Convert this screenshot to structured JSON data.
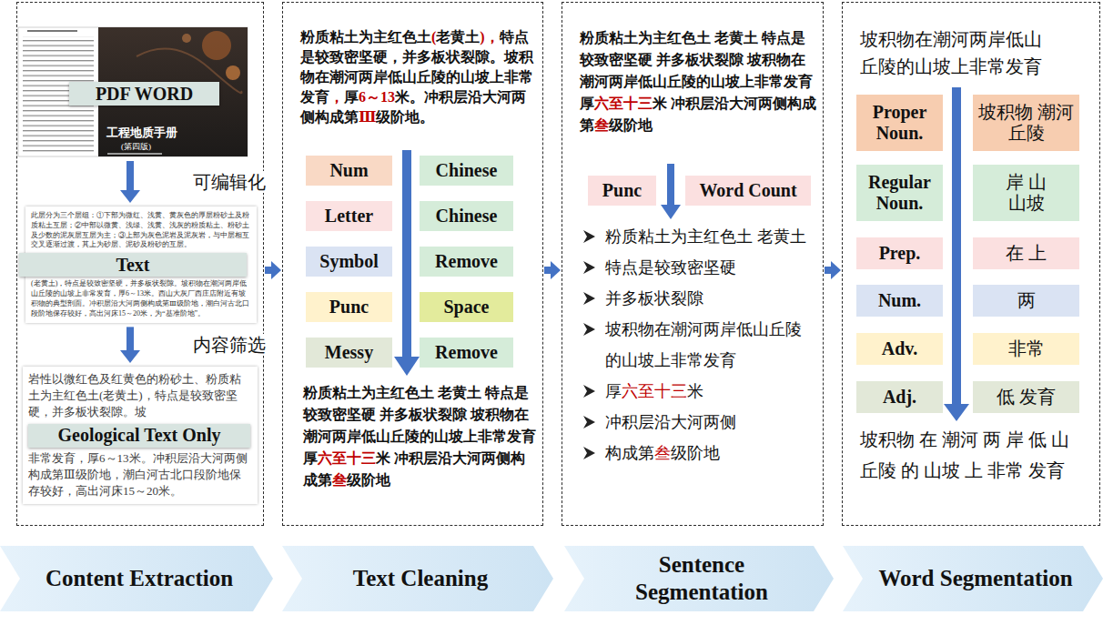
{
  "diagram": {
    "nodes": [
      {
        "text": []
      },
      {
        "text": [
          "工程地质手册",
          "(第四版)"
        ],
        "in": 0
      },
      {
        "text": [
          "PDF WORD"
        ],
        "in": 1
      },
      {
        "text": [
          "此层分为三个层组：①下部为微红、浅黄、黄灰色的厚层粉砂土及粉质粘土互层；②中部以微黄、浅绿、浅黄、浅灰的粉质粘土、粉砂土及少数的泥灰层互层为主；③上部为灰色泥岩及泥灰岩，与中层相互交叉逐渐过渡，其上为砂层、泥砂及粉砂的互层。",
          "(老黄土)，特点是较致密坚硬，并多板状裂隙。坡积物在潮河两岸低山丘陵的山坡上非常发育，厚6～13米。西山大灰厂西庄店附近有坡积物的典型剖面。冲积层沿大河两侧构成第Ⅲ级阶地，潮白河古北口段阶地保存较好，高出河床15～20米，为“基准阶地”。"
        ],
        "in": 0
      },
      {
        "text": [
          "Text"
        ],
        "in": 3
      },
      {
        "text": [
          "岩性以微红色及红黄色的粉砂土、粉质粘土为主红色土(老黄土)，特点是较致密坚硬，并多板状裂隙。坡",
          "非常发育，厚6～13米。冲积层沿大河两侧构成第Ⅲ级阶地，潮白河古北口段阶地保存较好，高出河床15～20米。"
        ],
        "in": 0
      },
      {
        "text": [
          "Geological Text Only"
        ],
        "in": 5
      },
      {
        "text": []
      },
      {
        "text": [
          "Num"
        ],
        "in": 7
      },
      {
        "text": [
          "Chinese"
        ],
        "in": 7
      },
      {
        "text": [
          "Letter"
        ],
        "in": 7
      },
      {
        "text": [
          "Chinese"
        ],
        "in": 7
      },
      {
        "text": [
          "Symbol"
        ],
        "in": 7
      },
      {
        "text": [
          "Remove"
        ],
        "in": 7
      },
      {
        "text": [
          "Punc"
        ],
        "in": 7
      },
      {
        "text": [
          "Space"
        ],
        "in": 7
      },
      {
        "text": [
          "Messy"
        ],
        "in": 7
      },
      {
        "text": [
          "Remove"
        ],
        "in": 7
      },
      {
        "text": []
      },
      {
        "text": [
          "Punc"
        ],
        "in": 18
      },
      {
        "text": [
          "Word Count"
        ],
        "in": 18
      },
      {
        "text": []
      },
      {
        "text": [
          "Proper Noun."
        ],
        "in": 21
      },
      {
        "text": [
          "坡积物 潮河 丘陵"
        ],
        "in": 21
      },
      {
        "text": [
          "Regular Noun."
        ],
        "in": 21
      },
      {
        "text": [
          "岸 山 山坡"
        ],
        "in": 21
      },
      {
        "text": [
          "Prep."
        ],
        "in": 21
      },
      {
        "text": [
          "在 上"
        ],
        "in": 21
      },
      {
        "text": [
          "Num."
        ],
        "in": 21
      },
      {
        "text": [
          "两"
        ],
        "in": 21
      },
      {
        "text": [
          "Adv."
        ],
        "in": 21
      },
      {
        "text": [
          "非常"
        ],
        "in": 21
      },
      {
        "text": [
          "Adj."
        ],
        "in": 21
      },
      {
        "text": [
          "低 发育"
        ],
        "in": 21
      },
      {
        "text": [
          "Content Extraction"
        ]
      },
      {
        "text": [
          "Text Cleaning"
        ]
      },
      {
        "text": [
          "Sentence Segmentation"
        ]
      },
      {
        "text": [
          "Word Segmentation"
        ]
      }
    ],
    "edges": [
      {
        "from": 1,
        "to": 3,
        "arrow": "to",
        "label": "可编辑化"
      },
      {
        "from": 3,
        "to": 5,
        "arrow": "to",
        "label": "内容筛选"
      },
      {
        "from": 0,
        "to": 7,
        "arrow": "to"
      },
      {
        "from": 7,
        "to": 18,
        "arrow": "to"
      },
      {
        "from": 18,
        "to": 21,
        "arrow": "to"
      }
    ],
    "labels": [
      "粉质粘土为主红色土(老黄土)，特点是较致密坚硬，并多板状裂隙。坡积物在潮河两岸低山丘陵的山坡上非常发育，厚6～13米。冲积层沿大河两侧构成第Ⅲ级阶地。",
      "粉质粘土为主红色土 老黄土 特点是较致密坚硬 并多板状裂隙 坡积物在潮河两岸低山丘陵的山坡上非常发育 厚六至十三米 冲积层沿大河两侧构成第叁级阶地",
      "粉质粘土为主红色土 老黄土 特点是较致密坚硬 并多板状裂隙 坡积物在潮河两岸低山丘陵的山坡上非常发育 厚六至十三米 冲积层沿大河两侧构成第叁级阶地",
      "粉质粘土为主红色土 老黄土",
      "特点是较致密坚硬",
      "并多板状裂隙",
      "坡积物在潮河两岸低山丘陵的山坡上非常发育",
      "厚六至十三米",
      "冲积层沿大河两侧",
      "构成第叁级阶地",
      "坡积物在潮河两岸低山丘陵的山坡上非常发育",
      "坡积物 在 潮河 两 岸 低 山 丘陵 的 山坡 上 非常 发育"
    ]
  }
}
